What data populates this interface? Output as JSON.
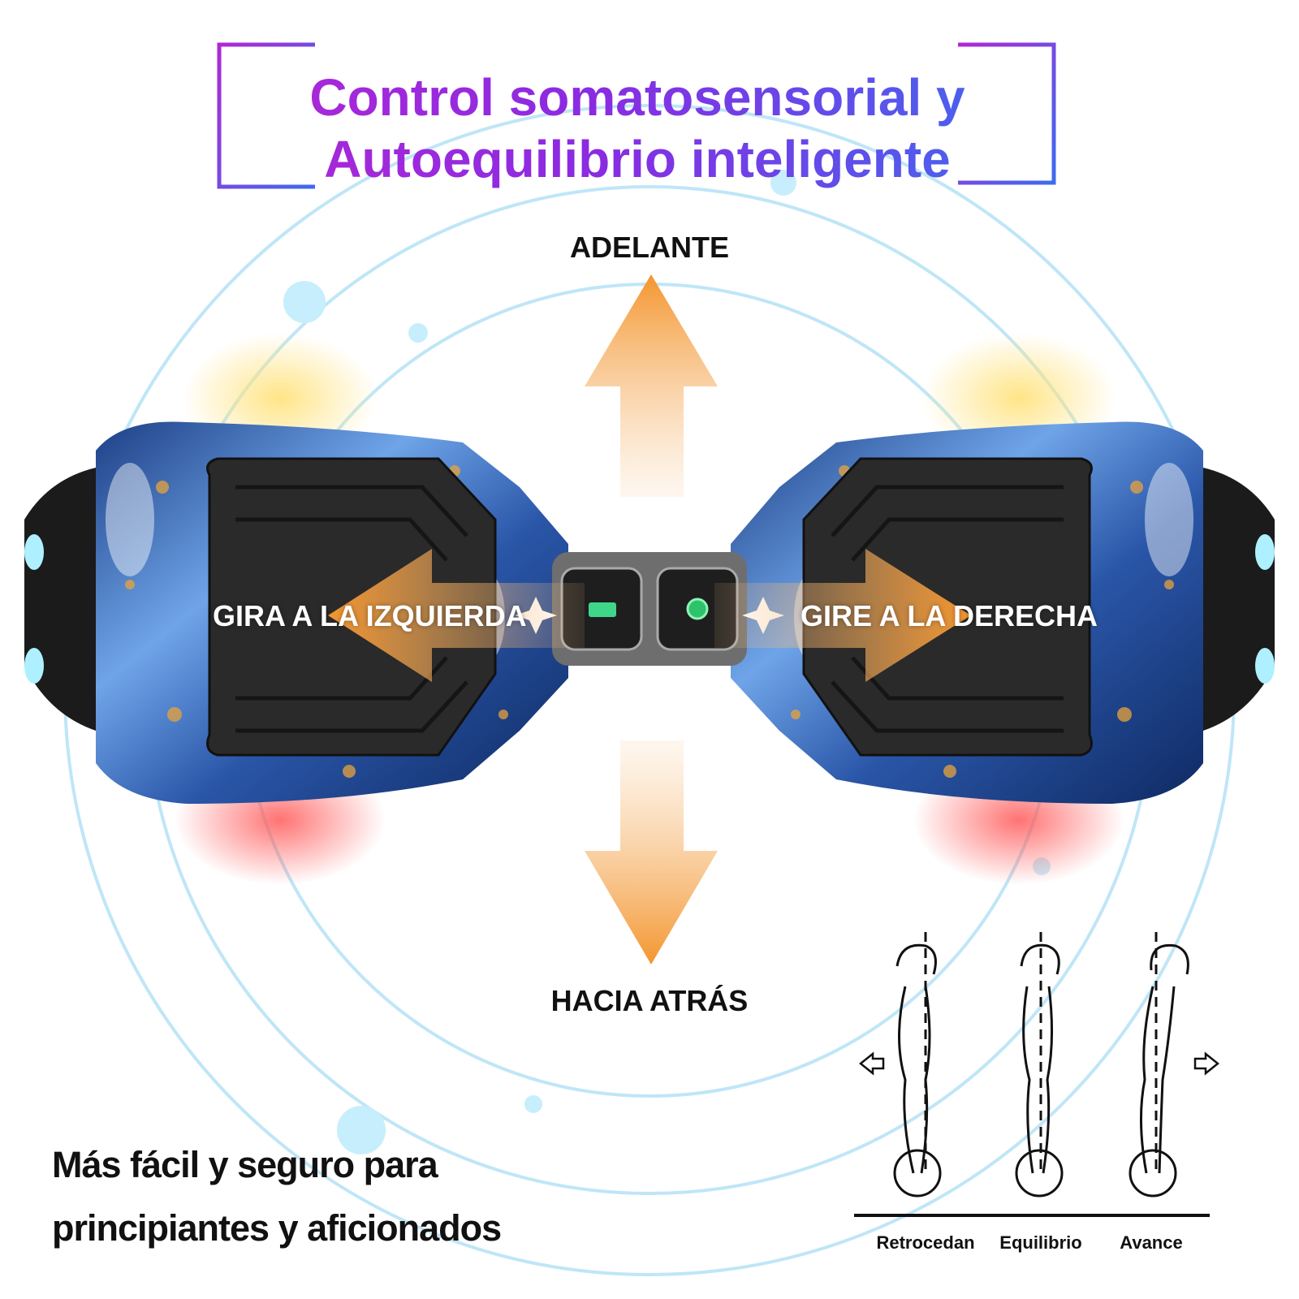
{
  "title": {
    "line1": "Control somatosensorial y",
    "line2": "Autoequilibrio inteligente"
  },
  "directions": {
    "forward": "ADELANTE",
    "backward": "HACIA ATRÁS",
    "left": "GIRA A LA IZQUIERDA",
    "right": "GIRE A LA DERECHA"
  },
  "tagline": {
    "line1": "Más fácil y seguro para",
    "line2": "principiantes y aficionados"
  },
  "stances": [
    {
      "label": "Retrocedan"
    },
    {
      "label": "Equilibrio"
    },
    {
      "label": "Avance"
    }
  ],
  "colors": {
    "arrow": "#f5a04a",
    "title_gradient_start": "#b027d6",
    "title_gradient_end": "#3c6cf0",
    "orbit": "#bfe6f7",
    "battery_indicator": "#3fd68a",
    "power_indicator": "#2ec36a"
  },
  "icons": [
    "arrow-up-icon",
    "arrow-down-icon",
    "arrow-left-icon",
    "arrow-right-icon",
    "battery-icon",
    "power-icon"
  ]
}
